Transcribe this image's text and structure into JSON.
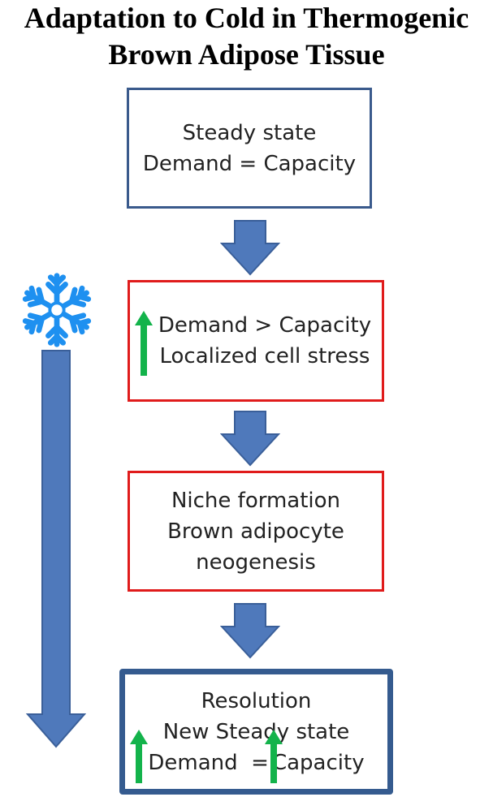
{
  "title": {
    "line1": "Adaptation to Cold in Thermogenic",
    "line2": "Brown Adipose Tissue"
  },
  "boxes": {
    "steady": {
      "line1": "Steady state",
      "line2": "Demand = Capacity"
    },
    "stress": {
      "line1": "Demand > Capacity",
      "line2": "Localized cell stress"
    },
    "niche": {
      "line1": "Niche formation",
      "line2": "Brown adipocyte",
      "line3": "neogenesis"
    },
    "resolution": {
      "line1": "Resolution",
      "line2": "New Steady state",
      "line3_left": "Demand  =",
      "line3_right": "Capacity"
    }
  },
  "icons": {
    "cold": "snowflake-icon",
    "increase": "green-up-arrow-icon",
    "flow": "blue-down-arrow-icon"
  },
  "colors": {
    "blue_box_border": "#3a5a8c",
    "red_box_border": "#e01b1b",
    "arrow_fill": "#4f79bb",
    "arrow_stroke": "#3a5f99",
    "green_arrow": "#13b34b",
    "snowflake": "#1e90f0"
  }
}
